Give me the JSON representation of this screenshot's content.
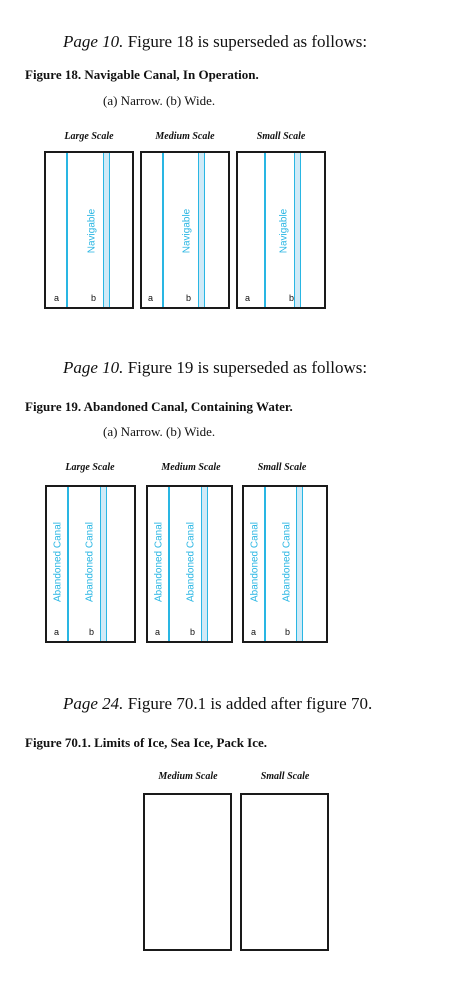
{
  "section1": {
    "page_ref": "Page 10.",
    "notice": " Figure 18 is superseded as follows:",
    "figure_title": "Figure 18.  Navigable Canal, In Operation.",
    "sub": "(a) Narrow.  (b) Wide.",
    "scales": [
      "Large Scale",
      "Medium Scale",
      "Small Scale"
    ],
    "label": "Navigable",
    "a": "a",
    "b": "b"
  },
  "section2": {
    "page_ref": "Page 10.",
    "notice": " Figure 19 is superseded as follows:",
    "figure_title": "Figure 19.  Abandoned Canal, Containing Water.",
    "sub": "(a) Narrow.  (b) Wide.",
    "scales": [
      "Large Scale",
      "Medium Scale",
      "Small Scale"
    ],
    "label": "Abandoned   Canal",
    "a": "a",
    "b": "b"
  },
  "section3": {
    "page_ref": "Page 24.",
    "notice": " Figure 70.1 is added after figure 70.",
    "figure_title": "Figure 70.1.  Limits of Ice, Sea Ice, Pack Ice.",
    "scales": [
      "Medium Scale",
      "Small Scale"
    ]
  },
  "colors": {
    "water": "#29b6e3",
    "water_fill": "#cfeaf7",
    "ink": "#111111"
  }
}
